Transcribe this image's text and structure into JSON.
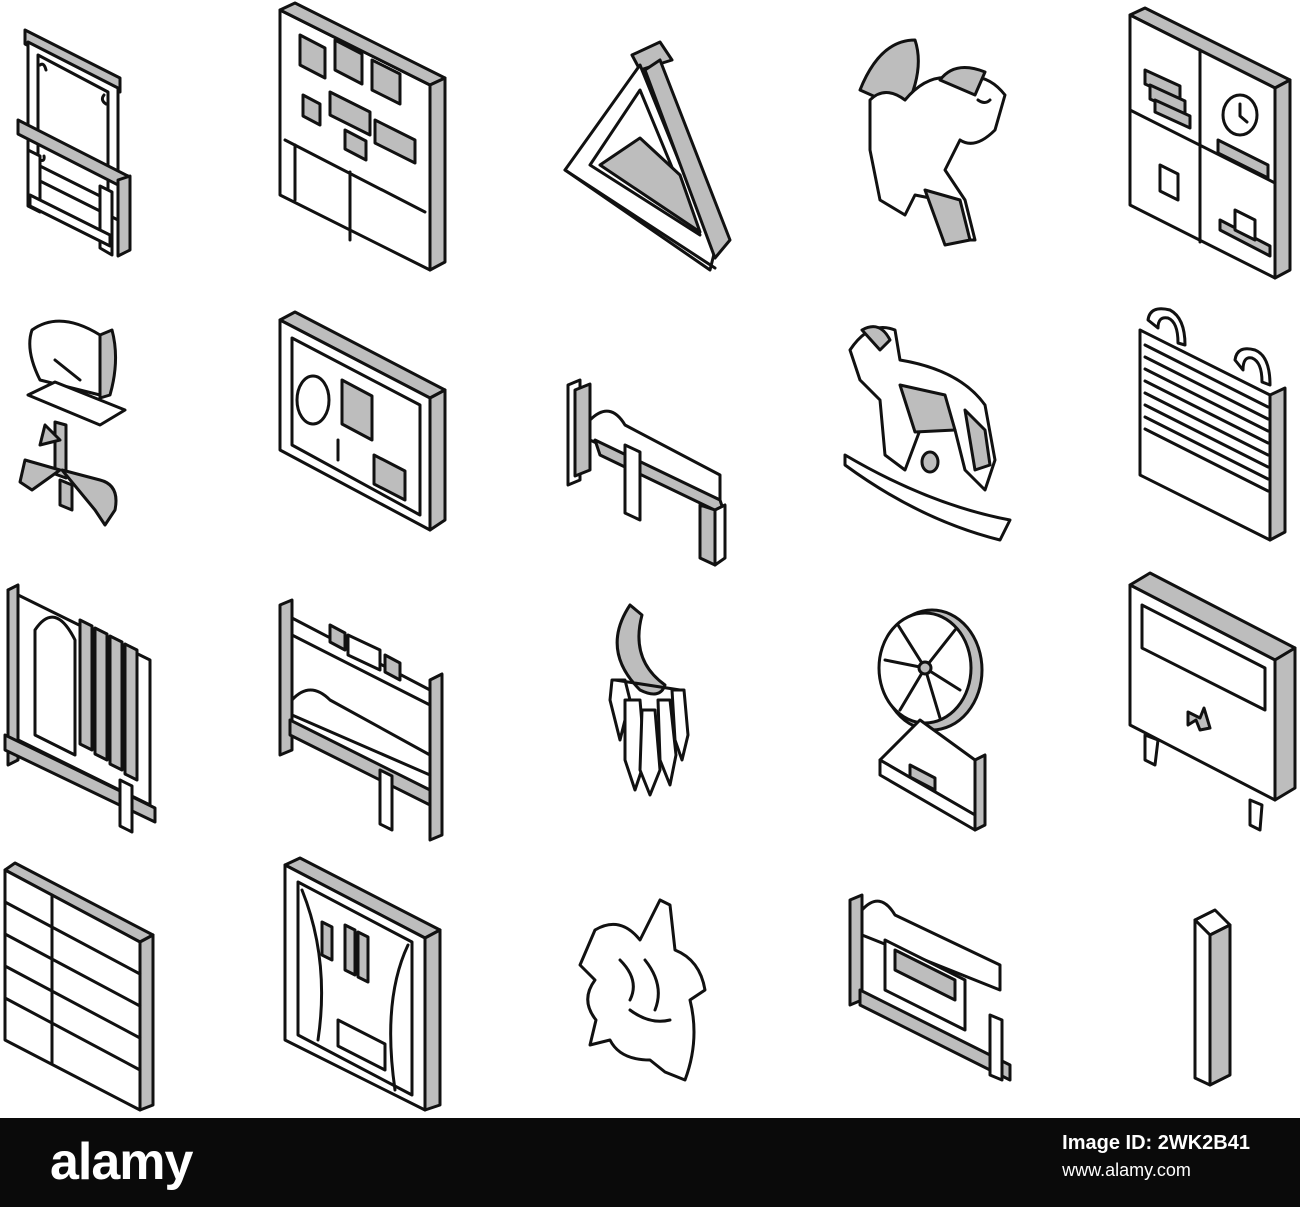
{
  "footer": {
    "brand": "alamy",
    "image_id_label": "Image ID: 2WK2B41",
    "url": "www.alamy.com"
  },
  "icons": [
    "easel-icon",
    "wall-shelving-icon",
    "teepee-tent-icon",
    "pegasus-toy-icon",
    "cube-shelf-icon",
    "office-chair-icon",
    "bulletin-board-icon",
    "single-bed-icon",
    "rocking-horse-icon",
    "window-blinds-icon",
    "window-curtains-icon",
    "bunk-bed-icon",
    "dreamcatcher-icon",
    "night-lamp-icon",
    "dresser-icon",
    "wardrobe-drawers-icon",
    "closet-icon",
    "animal-rug-icon",
    "bed-frame-icon",
    "wall-column-icon"
  ],
  "colors": {
    "background": "#ffffff",
    "footer_bg": "#0a0a0a",
    "stroke": "#111111",
    "fill_gray": "#bdbdbd"
  }
}
